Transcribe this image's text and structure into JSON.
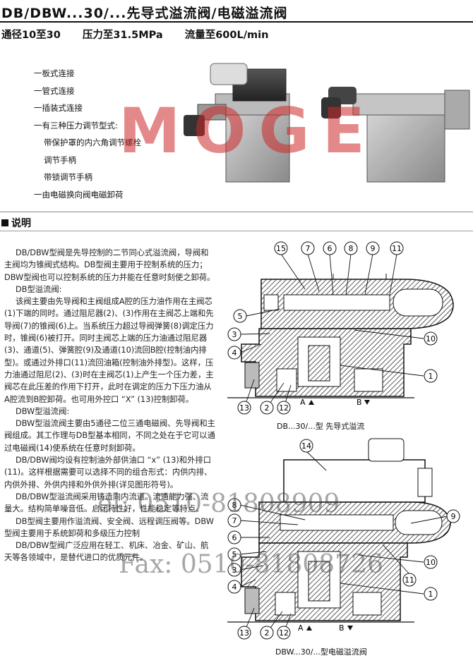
{
  "header": {
    "title": "DB/DBW...30/...先导式溢流阀/电磁溢流阀",
    "specs": [
      "通径10至30",
      "压力至31.5MPa",
      "流量至600L/min"
    ]
  },
  "features": [
    {
      "text": "一板式连接",
      "sub": false
    },
    {
      "text": "一管式连接",
      "sub": false
    },
    {
      "text": "一插装式连接",
      "sub": false
    },
    {
      "text": "一有三种压力调节型式:",
      "sub": false
    },
    {
      "text": "带保护罩的内六角调节螺栓",
      "sub": true
    },
    {
      "text": "调节手柄",
      "sub": true
    },
    {
      "text": "带锁调节手柄",
      "sub": true
    },
    {
      "text": "一由电磁换向阀电磁卸荷",
      "sub": false
    }
  ],
  "logo_text": "MOGE",
  "section": {
    "title": "说明"
  },
  "body": [
    {
      "text": "DB/DBW型阀是先导控制的二节同心式溢流阀，导阀和主阀均为锥阀式结构。DB型阀主要用于控制系统的压力；DBW型阀也可以控制系统的压力并能在任意时刻使之卸荷。",
      "indent": true
    },
    {
      "text": "DB型溢流阀:",
      "indent": true
    },
    {
      "text": "该阀主要由先导阀和主阀组成A腔的压力油作用在主阀芯(1)下端的同时。通过阻尼器(2)、(3)作用在主阀芯上端和先导阀(7)的锥阀(6)上。当系统压力超过导阀弹簧(8)调定压力时，锥阀(6)被打开。同时主阀芯上端的压力油通过阻尼器(3)、通道(5)、弹簧腔(9)及通道(10)流回B腔(控制油内排型)。或通过外排口(11)流回油箱(控制油外排型)。这样，压力油通过阻尼(2)、(3)时在主阀芯(1)上产生一个压力差，主阀芯在此压差的作用下打开，此时在调定的压力下压力油从A腔流到B腔卸荷。也可用外控口 “X” (13)控制卸荷。",
      "indent": true
    },
    {
      "text": "DBW型溢流阀:",
      "indent": true
    },
    {
      "text": "DBW型溢流阀主要由5通径二位三通电磁阀、先导阀和主阀组成。其工作理与DB型基本相同，不同之处在于它可以通过电磁阀(14)使系统在任意时刻卸荷。",
      "indent": true
    },
    {
      "text": "DB/DBW阀均设有控制油外部供油口 “x” (13)和外排口(11)。这样根据需要可以选择不同的组合形式：内供内排、内供外排、外供内排和外供外排(详见图形符号)。",
      "indent": true
    },
    {
      "text": "DB/DBW型溢流阀采用铸造向内流道。流通能力强、流量大。结构简单噪音低。启闭特性好，性能稳定等特点。",
      "indent": true
    },
    {
      "text": "DB型阀主要用作溢流阀、安全阀、远程调压阀等。DBW型阀主要用于系统卸荷和多级压力控制",
      "indent": true
    },
    {
      "text": "DB/DBW型阀广泛应用在轻工、机床、冶金、矿山、航天等各领域中，是替代进口的优质元件。",
      "indent": true
    }
  ],
  "diagram1": {
    "labels": [
      "15",
      "7",
      "6",
      "8",
      "9",
      "11",
      "5",
      "3",
      "4",
      "10",
      "1",
      "13",
      "2",
      "12"
    ],
    "port_a": "A",
    "port_b": "B",
    "caption": "DB...30/...型 先导式溢流"
  },
  "diagram2": {
    "labels": [
      "14",
      "8",
      "7",
      "6",
      "5",
      "3",
      "4",
      "9",
      "11",
      "10",
      "1",
      "13",
      "2",
      "12"
    ],
    "port_a": "A",
    "port_b": "B",
    "caption": "DBW...30/...型电磁溢流阀"
  },
  "watermark": {
    "tel": "el: 0510-81808909",
    "fax": "Fax: 0510-81808726"
  },
  "colors": {
    "text": "#111111",
    "logo": "#cd2828",
    "hatch": "#333333"
  }
}
